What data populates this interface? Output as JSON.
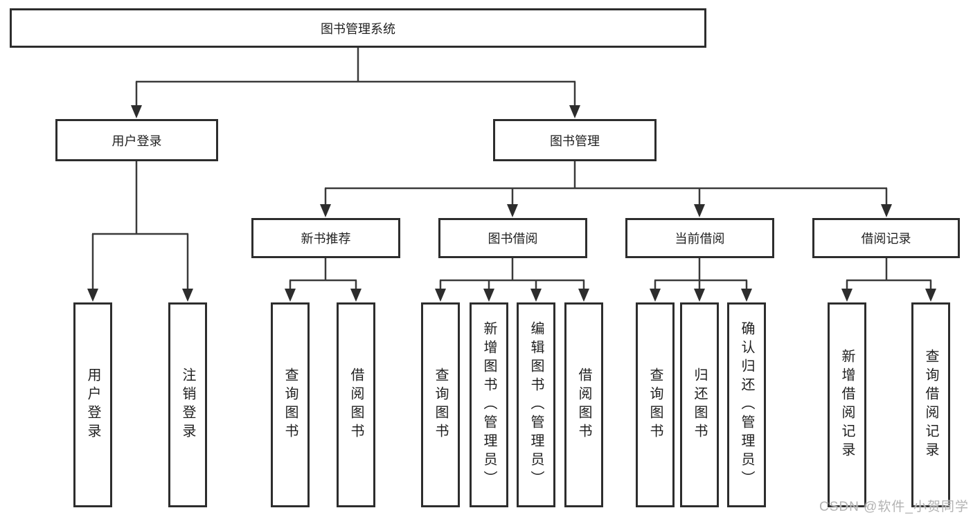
{
  "tree": {
    "root": "图书管理系统",
    "level2": [
      "用户登录",
      "图书管理"
    ],
    "level3": [
      "新书推荐",
      "图书借阅",
      "当前借阅",
      "借阅记录"
    ],
    "leaf_groups": [
      {
        "parent": "用户登录",
        "items": [
          "用户登录",
          "注销登录"
        ]
      },
      {
        "parent": "新书推荐",
        "items": [
          "查询图书",
          "借阅图书"
        ]
      },
      {
        "parent": "图书借阅",
        "items": [
          "查询图书",
          "新增图书（管理员）",
          "编辑图书（管理员）",
          "借阅图书"
        ]
      },
      {
        "parent": "当前借阅",
        "items": [
          "查询图书",
          "归还图书",
          "确认归还（管理员）"
        ]
      },
      {
        "parent": "借阅记录",
        "items": [
          "新增借阅记录",
          "查询借阅记录"
        ]
      }
    ]
  },
  "watermark": "CSDN @软件_小贺同学",
  "colors": {
    "background": "#ffffff",
    "box_border": "#2d2d2d",
    "line": "#3a3a3a",
    "arrow_fill": "#2d2d2d",
    "watermark": "#b3b3b3"
  }
}
